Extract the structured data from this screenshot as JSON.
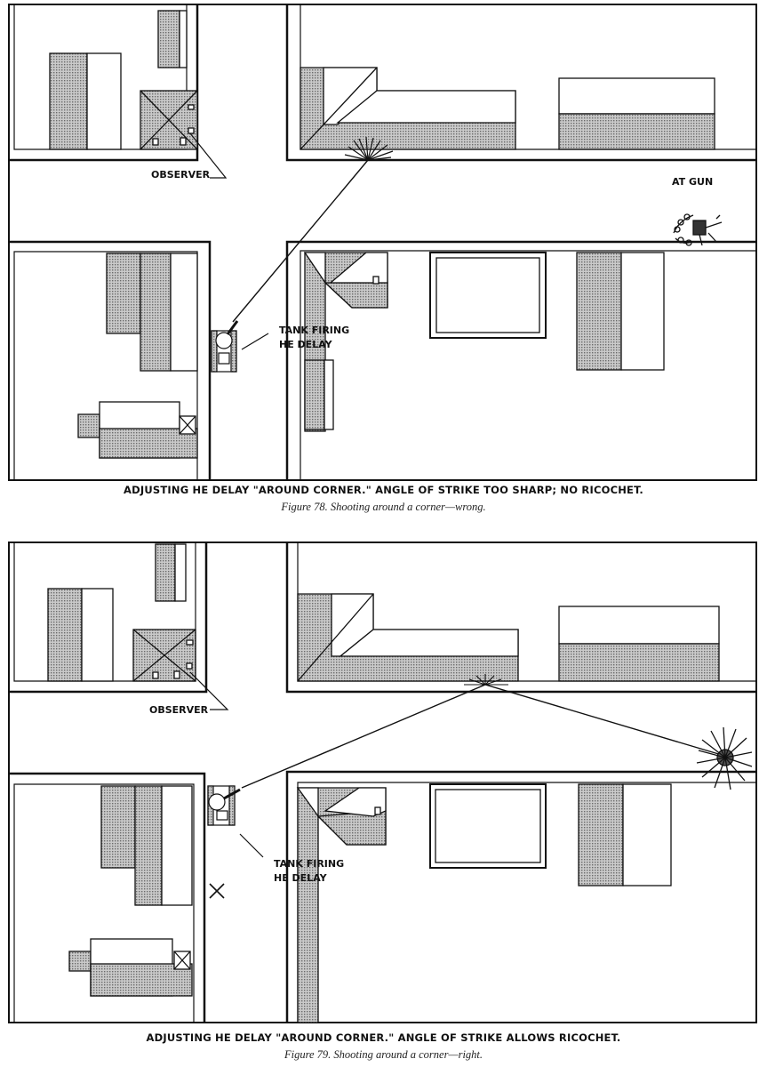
{
  "figure78": {
    "observer_label": "OBSERVER",
    "at_gun_label": "AT GUN",
    "tank_label_line1": "TANK FIRING",
    "tank_label_line2": "HE DELAY",
    "banner": "ADJUSTING HE DELAY \"AROUND CORNER.\" ANGLE OF STRIKE TOO SHARP; NO RICOCHET.",
    "caption": "Figure 78. Shooting around a corner—wrong."
  },
  "figure79": {
    "observer_label": "OBSERVER",
    "tank_label_line1": "TANK FIRING",
    "tank_label_line2": "HE DELAY",
    "banner": "ADJUSTING HE DELAY \"AROUND CORNER.\" ANGLE OF STRIKE ALLOWS RICOCHET.",
    "caption": "Figure 79. Shooting around a corner—right."
  },
  "colors": {
    "ink": "#111111",
    "stipple": "#9a9a9a",
    "paper": "#ffffff"
  }
}
